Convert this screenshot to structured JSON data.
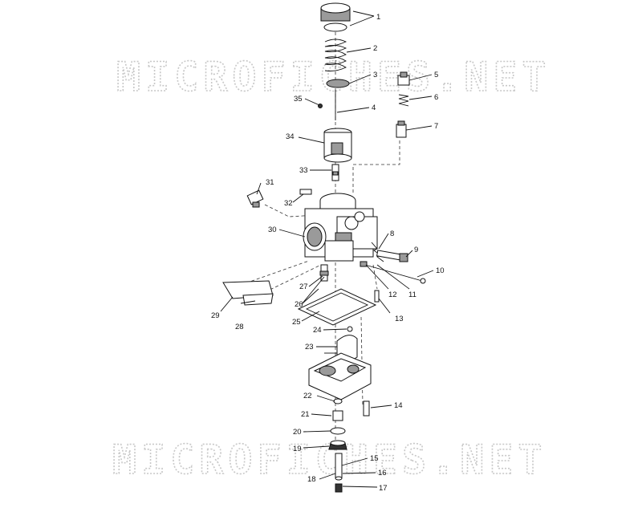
{
  "watermark": {
    "top": "MICROFICHES.NET",
    "bottom": "MICROFICHES.NET"
  },
  "callouts": [
    {
      "n": "1"
    },
    {
      "n": "2"
    },
    {
      "n": "3"
    },
    {
      "n": "4"
    },
    {
      "n": "5"
    },
    {
      "n": "6"
    },
    {
      "n": "7"
    },
    {
      "n": "8"
    },
    {
      "n": "9"
    },
    {
      "n": "10"
    },
    {
      "n": "11"
    },
    {
      "n": "12"
    },
    {
      "n": "13"
    },
    {
      "n": "14"
    },
    {
      "n": "15"
    },
    {
      "n": "16"
    },
    {
      "n": "17"
    },
    {
      "n": "18"
    },
    {
      "n": "19"
    },
    {
      "n": "20"
    },
    {
      "n": "21"
    },
    {
      "n": "22"
    },
    {
      "n": "23"
    },
    {
      "n": "24"
    },
    {
      "n": "25"
    },
    {
      "n": "26"
    },
    {
      "n": "27"
    },
    {
      "n": "28"
    },
    {
      "n": "29"
    },
    {
      "n": "30"
    },
    {
      "n": "31"
    },
    {
      "n": "32"
    },
    {
      "n": "33"
    },
    {
      "n": "34"
    },
    {
      "n": "35"
    }
  ]
}
